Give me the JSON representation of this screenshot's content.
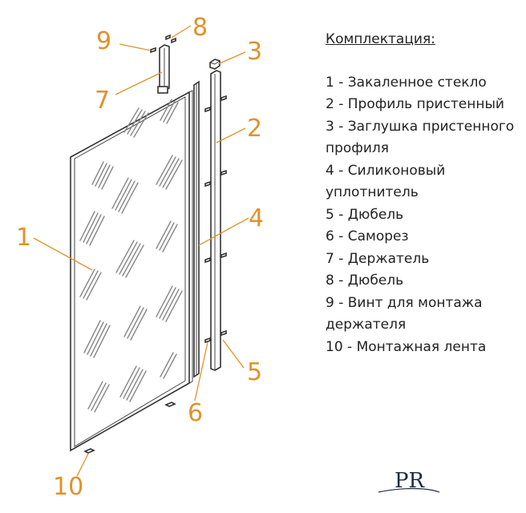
{
  "legend": {
    "title": "Комплектация:",
    "items": [
      "1 - Закаленное стекло",
      "2 - Профиль пристенный",
      "3 - Заглушка пристенного профиля",
      "4 - Силиконовый уплотнитель",
      "5 - Дюбель",
      "6 - Саморез",
      "7 - Держатель",
      "8 - Дюбель",
      "9 - Винт для монтажа держателя",
      "10 - Монтажная лента"
    ]
  },
  "callouts": {
    "c1": "1",
    "c2": "2",
    "c3": "3",
    "c4": "4",
    "c5": "5",
    "c6": "6",
    "c7": "7",
    "c8": "8",
    "c9": "9",
    "c10": "10"
  },
  "logo": {
    "text": "PR"
  },
  "colors": {
    "callout": "#e0922a",
    "line": "#333333",
    "logo": "#1e2a44"
  }
}
